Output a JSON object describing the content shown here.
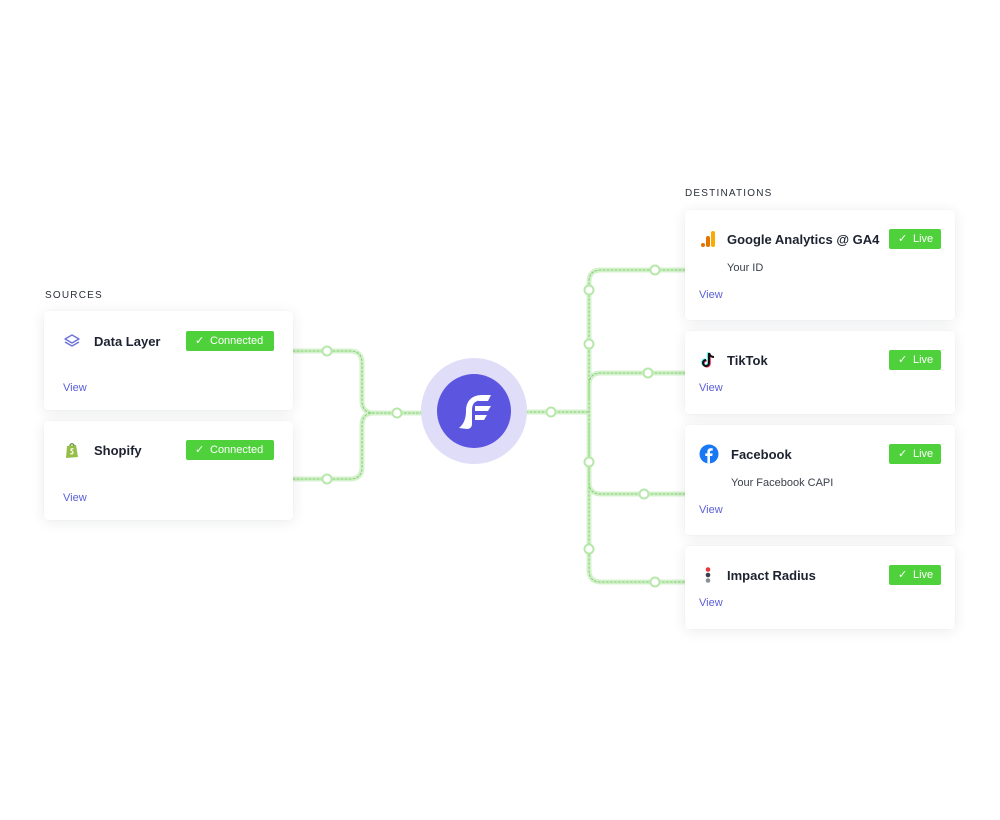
{
  "sources_label": "SOURCES",
  "destinations_label": "DESTINATIONS",
  "sources": [
    {
      "name": "Data Layer",
      "icon": "layers-icon",
      "status": "Connected",
      "view": "View"
    },
    {
      "name": "Shopify",
      "icon": "shopify-icon",
      "status": "Connected",
      "view": "View"
    }
  ],
  "destinations": [
    {
      "name": "Google Analytics @ GA4",
      "icon": "google-analytics-icon",
      "subtitle": "Your ID",
      "status": "Live",
      "view": "View"
    },
    {
      "name": "TikTok",
      "icon": "tiktok-icon",
      "status": "Live",
      "view": "View"
    },
    {
      "name": "Facebook",
      "icon": "facebook-icon",
      "subtitle": "Your Facebook CAPI",
      "status": "Live",
      "view": "View"
    },
    {
      "name": "Impact Radius",
      "icon": "impact-radius-icon",
      "status": "Live",
      "view": "View"
    }
  ],
  "hub": {
    "icon": "elevar-logo-icon"
  },
  "colors": {
    "accent": "#5b55e0",
    "hub_ring": "#e0ddf9",
    "live_green": "#4fd13b",
    "wire": "#cfeec7",
    "link": "#5b5fd6"
  }
}
